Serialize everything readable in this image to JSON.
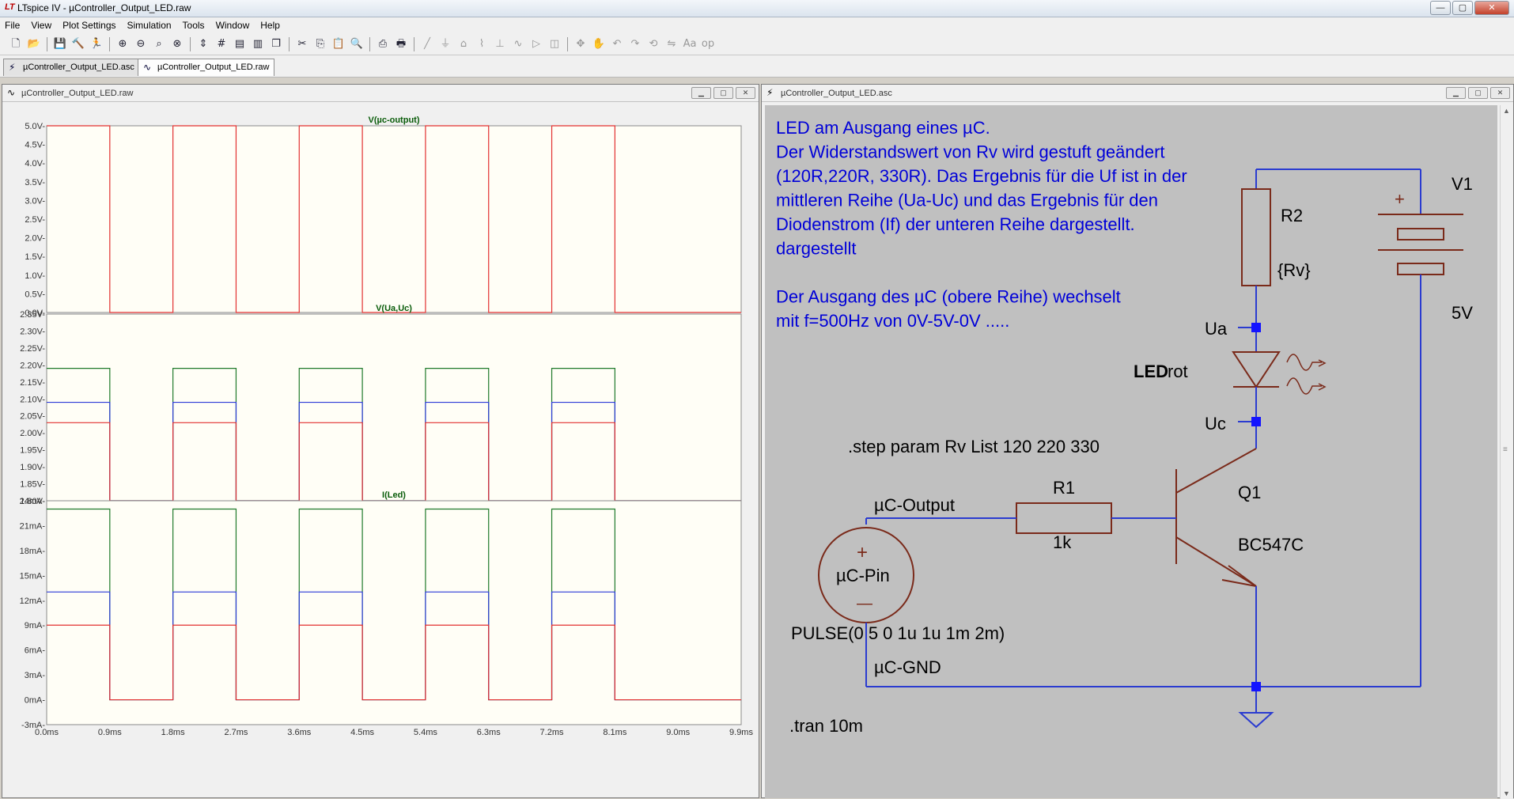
{
  "app": {
    "logo": "LT",
    "title": "LTspice IV - µController_Output_LED.raw"
  },
  "window_controls": {
    "minimize": "—",
    "maximize": "▢",
    "close": "✕"
  },
  "menu": [
    "File",
    "View",
    "Plot Settings",
    "Simulation",
    "Tools",
    "Window",
    "Help"
  ],
  "toolbar_icons": [
    "new-schematic-icon",
    "open-icon",
    "save-icon",
    "control-panel-icon",
    "run-icon",
    "zoom-in-icon",
    "zoom-out-icon",
    "zoom-fit-icon",
    "zoom-cancel-icon",
    "autorange-icon",
    "grid-icon",
    "tile-horizontal-icon",
    "tile-vertical-icon",
    "cascade-icon",
    "cut-icon",
    "copy-icon",
    "paste-icon",
    "find-icon",
    "print-setup-icon",
    "print-icon",
    "wire-icon",
    "ground-icon",
    "label-icon",
    "resistor-icon",
    "capacitor-icon",
    "inductor-icon",
    "diode-icon",
    "component-icon",
    "move-icon",
    "drag-icon",
    "undo-icon",
    "redo-icon",
    "rotate-icon",
    "mirror-icon",
    "text-icon",
    "spice-directive-icon"
  ],
  "tabs": [
    {
      "label": "µController_Output_LED.asc",
      "active": false
    },
    {
      "label": "µController_Output_LED.raw",
      "active": true
    }
  ],
  "plot_window": {
    "title": "µController_Output_LED.raw"
  },
  "schematic_window": {
    "title": "µController_Output_LED.asc"
  },
  "colors": {
    "plot_bg": "#fffef6",
    "grid": "#e0e0d8",
    "trace_red": "#e23030",
    "trace_green": "#1f7a2a",
    "trace_blue": "#2d3bd8",
    "label_green": "#0a5c0a",
    "schematic_bg": "#c0c0c0",
    "wire": "#2a3bd0",
    "junction": "#1414ff",
    "comment_text": "#0000d8",
    "symbol_line": "#7a2a1a"
  },
  "chart_data": [
    {
      "type": "line",
      "title": "V(µc-output)",
      "ylim": [
        0,
        5
      ],
      "y_ticks": [
        "5.0V-",
        "4.5V-",
        "4.0V-",
        "3.5V-",
        "3.0V-",
        "2.5V-",
        "2.0V-",
        "1.5V-",
        "1.0V-",
        "0.5V-",
        "0.0V-"
      ],
      "x_ticks": [
        "0.0ms",
        "0.9ms",
        "1.8ms",
        "2.7ms",
        "3.6ms",
        "4.5ms",
        "5.4ms",
        "6.3ms",
        "7.2ms",
        "8.1ms",
        "9.0ms",
        "9.9ms"
      ],
      "xlim": [
        0,
        9.9
      ],
      "series": [
        {
          "color": "red",
          "high": 5.0,
          "low": 0.0
        }
      ]
    },
    {
      "type": "line",
      "title": "V(Ua,Uc)",
      "ylim": [
        1.8,
        2.35
      ],
      "y_ticks": [
        "2.35V-",
        "2.30V-",
        "2.25V-",
        "2.20V-",
        "2.15V-",
        "2.10V-",
        "2.05V-",
        "2.00V-",
        "1.95V-",
        "1.90V-",
        "1.85V-",
        "1.80V-"
      ],
      "x_ticks": [
        "0.0ms",
        "0.9ms",
        "1.8ms",
        "2.7ms",
        "3.6ms",
        "4.5ms",
        "5.4ms",
        "6.3ms",
        "7.2ms",
        "8.1ms",
        "9.0ms",
        "9.9ms"
      ],
      "xlim": [
        0,
        9.9
      ],
      "series": [
        {
          "color": "green",
          "high": 2.19,
          "low": 1.8
        },
        {
          "color": "blue",
          "high": 2.09,
          "low": 1.8
        },
        {
          "color": "red",
          "high": 2.03,
          "low": 1.8
        }
      ]
    },
    {
      "type": "line",
      "title": "I(Led)",
      "ylim": [
        -3,
        24
      ],
      "y_ticks": [
        "24mA-",
        "21mA-",
        "18mA-",
        "15mA-",
        "12mA-",
        "9mA-",
        "6mA-",
        "3mA-",
        "0mA-",
        "-3mA-"
      ],
      "x_ticks": [
        "0.0ms",
        "0.9ms",
        "1.8ms",
        "2.7ms",
        "3.6ms",
        "4.5ms",
        "5.4ms",
        "6.3ms",
        "7.2ms",
        "8.1ms",
        "9.0ms",
        "9.9ms"
      ],
      "xlim": [
        0,
        9.9
      ],
      "series": [
        {
          "color": "green",
          "high": 23.0,
          "low": 0.0
        },
        {
          "color": "blue",
          "high": 13.0,
          "low": 0.0
        },
        {
          "color": "red",
          "high": 9.0,
          "low": 0.0
        }
      ],
      "pulse": {
        "period_ms": 2.0,
        "on_ms": 1.0,
        "on_first": true
      }
    }
  ],
  "schematic": {
    "comment_lines": [
      "LED am Ausgang eines µC.",
      "Der Widerstandswert von Rv wird gestuft geändert",
      "(120R,220R, 330R). Das Ergebnis für die Uf ist in der",
      "mittleren Reihe (Ua-Uc) und das Ergebnis für den",
      "Diodenstrom (If) der unteren Reihe dargestellt.",
      "dargestellt",
      "",
      "Der Ausgang des µC (obere Reihe) wechselt",
      "mit f=500Hz von 0V-5V-0V ....."
    ],
    "labels": {
      "r2_name": "R2",
      "r2_value": "{Rv}",
      "v1_name": "V1",
      "v1_value": "5V",
      "ua": "Ua",
      "uc": "Uc",
      "led_bold": "LED",
      "led_rest": "rot",
      "step": ".step param Rv List 120 220 330",
      "r1_name": "R1",
      "r1_value": "1k",
      "q1_name": "Q1",
      "q1_value": "BC547C",
      "uc_output": "µC-Output",
      "uc_pin": "µC-Pin",
      "pulse": "PULSE(0 5 0 1u 1u 1m 2m)",
      "uc_gnd": "µC-GND",
      "tran": ".tran 10m",
      "v_plus": "+",
      "v_minus": "—"
    }
  }
}
